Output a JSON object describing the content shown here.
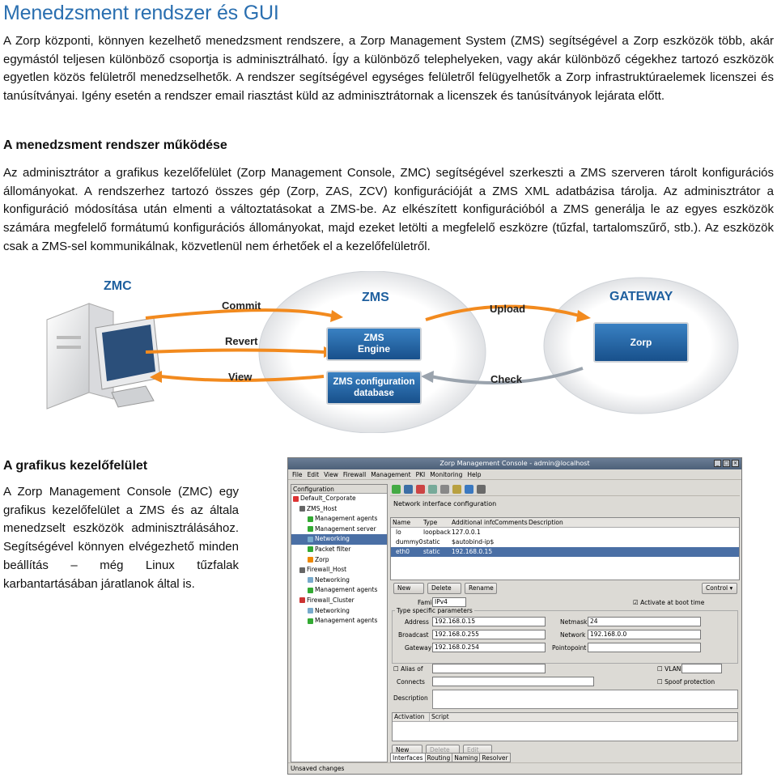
{
  "title": "Menedzsment rendszer és GUI",
  "intro": "A Zorp központi, könnyen kezelhető menedzsment rendszere, a Zorp Management System (ZMS) segítségével a Zorp eszközök több, akár egymástól teljesen különböző csoportja is adminisztrálható. Így a különböző telephelyeken, vagy akár különböző cégekhez tartozó eszközök egyetlen közös felületről menedzselhetők. A rendszer segítségével egységes felületről felügyelhetők a Zorp infrastruktúraelemek licenszei és tanúsítványai. Igény esetén a rendszer email riasztást küld az adminisztrátornak a licenszek és tanúsítványok lejárata előtt.",
  "section1": {
    "heading": "A menedzsment rendszer működése",
    "text": "Az adminisztrátor a grafikus kezelőfelület (Zorp Management Console, ZMC) segítségével szerkeszti a ZMS szerveren tárolt konfigurációs állományokat. A rendszerhez tartozó összes gép (Zorp, ZAS, ZCV) konfigurációját a ZMS XML adatbázisa tárolja. Az adminisztrátor a konfiguráció módosítása után elmenti a változtatásokat a ZMS-be. Az elkészített konfigurációból a ZMS generálja le az egyes eszközök számára megfelelő formátumú konfigurációs állományokat, majd ezeket letölti a megfelelő eszközre (tűzfal, tartalomszűrő, stb.). Az eszközök csak a ZMS-sel kommunikálnak, közvetlenül nem érhetőek el a kezelőfelületről."
  },
  "diagram": {
    "zmc": "ZMC",
    "zms": "ZMS",
    "gateway": "GATEWAY",
    "commit": "Commit",
    "revert": "Revert",
    "view": "View",
    "upload": "Upload",
    "check": "Check",
    "engine": [
      "ZMS",
      "Engine"
    ],
    "database": [
      "ZMS configuration",
      "database"
    ],
    "zorp": "Zorp",
    "colors": {
      "blue_box": "#1e5f9e",
      "arrow_orange": "#f28a1e",
      "arrow_gray": "#9aa3ad"
    }
  },
  "section2": {
    "heading": "A grafikus kezelőfelület",
    "text": "A Zorp Management Console (ZMC) egy grafikus kezelőfelület a ZMS és az általa menedzselt eszközök adminisztrálásához. Segítségével könnyen elvégezhető minden beállítás – még Linux tűzfalak karbantartásában járatlanok által is."
  },
  "app": {
    "window_title": "Zorp Management Console - admin@localhost",
    "menu": [
      "File",
      "Edit",
      "View",
      "Firewall",
      "Management",
      "PKI",
      "Monitoring",
      "Help"
    ],
    "tree_header": "Configuration",
    "tree": [
      "Default_Corporate",
      "ZMS_Host",
      "Management agents",
      "Management server",
      "Networking",
      "Packet filter",
      "Zorp",
      "Firewall_Host",
      "Networking",
      "Management agents",
      "Firewall_Cluster",
      "Networking",
      "Management agents"
    ],
    "panel_title": "Network interface configuration",
    "columns": [
      "Name",
      "Type",
      "Additional info",
      "Comments",
      "Description"
    ],
    "rows": [
      [
        "lo",
        "loopback",
        "127.0.0.1",
        "",
        ""
      ],
      [
        "dummy0",
        "static",
        "$autobind-ip$",
        "",
        ""
      ],
      [
        "eth0",
        "static",
        "192.168.0.15",
        "",
        ""
      ]
    ],
    "buttons": {
      "new": "New",
      "delete": "Delete",
      "rename": "Rename",
      "control": "Control ▾",
      "edit": "Edit"
    },
    "family_label": "Family",
    "family_value": "IPv4",
    "activate_label": "Activate at boot time",
    "type_params": "Type specific parameters",
    "address_label": "Address",
    "address_value": "192.168.0.15",
    "netmask_label": "Netmask",
    "netmask_value": "24",
    "broadcast_label": "Broadcast",
    "broadcast_value": "192.168.0.255",
    "network_label": "Network",
    "network_value": "192.168.0.0",
    "gateway_label": "Gateway",
    "gateway_value": "192.168.0.254",
    "pointopoint_label": "Pointopoint",
    "alias_label": "Alias of",
    "vlan_label": "VLAN",
    "connects_label": "Connects",
    "spoof_label": "Spoof protection",
    "description_label": "Description",
    "activation_cols": [
      "Activation",
      "Script"
    ],
    "tabs": [
      "Interfaces",
      "Routing",
      "Naming",
      "Resolver"
    ],
    "status": "Unsaved changes"
  }
}
